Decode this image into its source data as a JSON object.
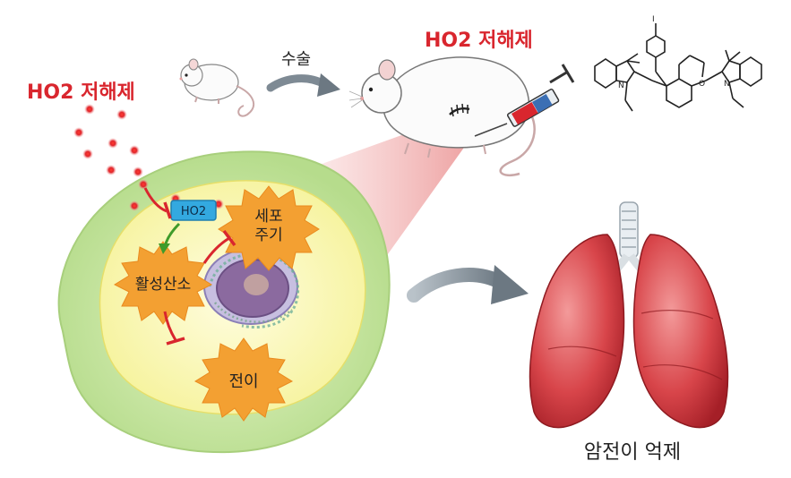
{
  "labels": {
    "inhibitor_left": "HO2 저해제",
    "inhibitor_top": "HO2 저해제",
    "surgery": "수술",
    "ho2_box": "HO2",
    "cell_cycle_line1": "세포",
    "cell_cycle_line2": "주기",
    "ros": "활성산소",
    "metastasis": "전이",
    "result": "암전이 억제"
  },
  "colors": {
    "inhibitor_red": "#d9262e",
    "ho2_box": "#33a9e0",
    "starburst": "#f3a032",
    "inhibit_arrow": "#d9262e",
    "activate_arrow": "#3f9b2a",
    "cell_outer": "#c5e6a0",
    "cell_inner": "#fbf9b5",
    "lung": "#d8454a",
    "arrow_gray": "#7e8a94"
  }
}
